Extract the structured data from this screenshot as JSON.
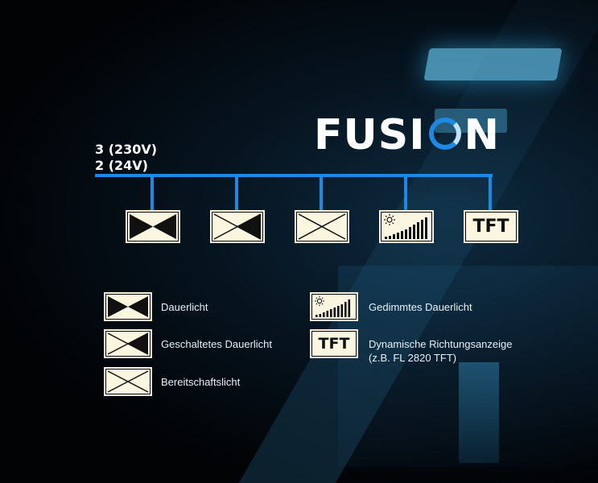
{
  "logo": {
    "pre": "FUSI",
    "post": "N"
  },
  "voltage": {
    "line1": "3 (230V)",
    "line2": "2 (24V)"
  },
  "fixtures": [
    {
      "type": "dauerlicht"
    },
    {
      "type": "geschaltet"
    },
    {
      "type": "bereitschaft"
    },
    {
      "type": "gedimmt"
    },
    {
      "type": "tft",
      "label": "TFT"
    }
  ],
  "legend": {
    "dauerlicht": "Dauerlicht",
    "geschaltet": "Geschaltetes Dauerlicht",
    "bereitschaft": "Bereitschaftslicht",
    "gedimmt": "Gedimmtes Dauerlicht",
    "tft_icon": "TFT",
    "tft_line1": "Dynamische Richtungsanzeige",
    "tft_line2": "(z.B. FL 2820 TFT)"
  },
  "colors": {
    "bus": "#1e88e5",
    "icon_bg": "#fbf6df",
    "icon_fill": "#111111"
  }
}
